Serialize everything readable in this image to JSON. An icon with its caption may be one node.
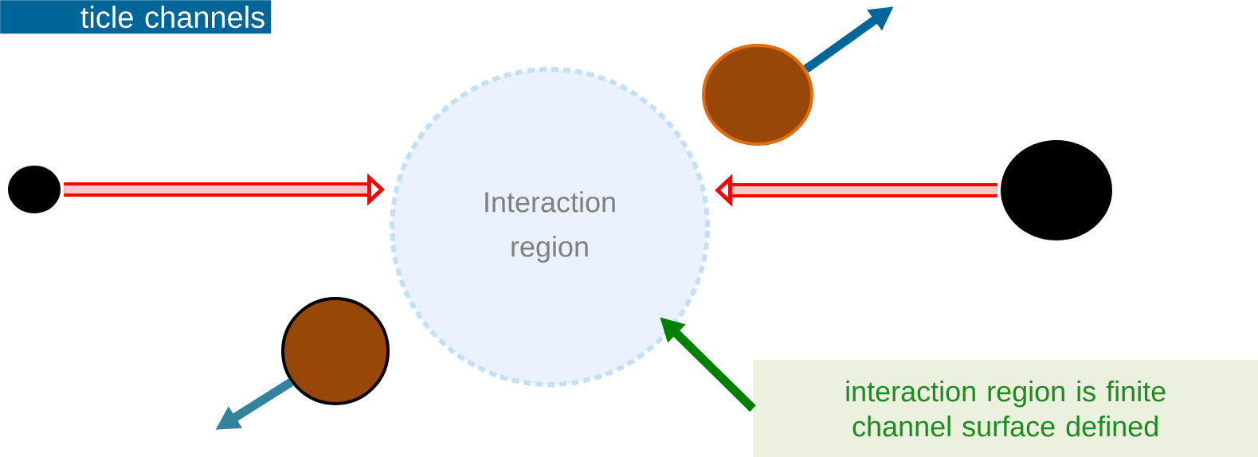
{
  "diagram": {
    "nodes": [
      {
        "text": [
          "ticle channels"
        ]
      },
      {
        "text": [],
        "shape": "circle"
      },
      {
        "text": [
          "Interaction region"
        ]
      },
      {
        "text": [],
        "shape": "circle"
      },
      {
        "text": [],
        "shape": "circle"
      },
      {
        "text": [
          "interaction region is finite channel surface defined"
        ]
      },
      {
        "text": [],
        "shape": "circle"
      }
    ],
    "edges": [
      {
        "from": 1,
        "to": 2,
        "arrow": "to"
      },
      {
        "from": 3,
        "to": null,
        "arrow": "to",
        "color": "#006699"
      },
      {
        "from": 4,
        "to": 2,
        "arrow": "to"
      },
      {
        "from": 6,
        "to": null,
        "arrow": "to",
        "color": "#31849b"
      },
      {
        "from": 5,
        "to": 2,
        "arrow": "to",
        "color": "#008000"
      }
    ]
  }
}
